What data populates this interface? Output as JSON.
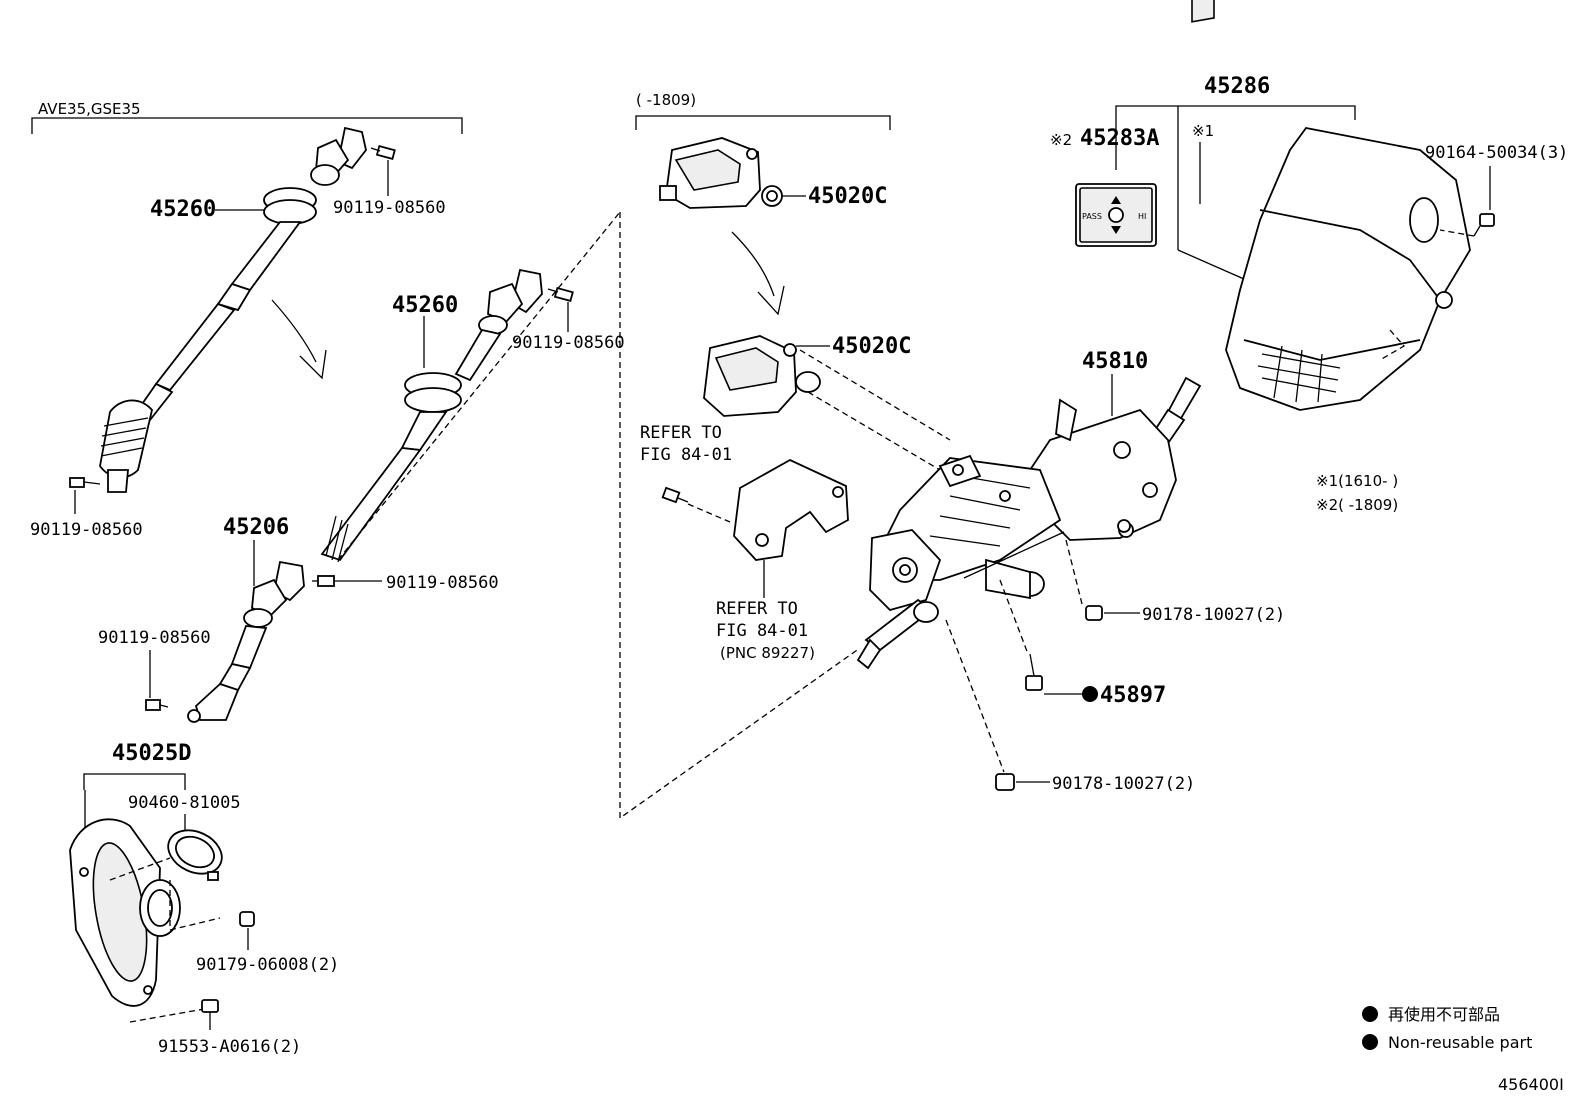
{
  "labels": {
    "ave_gse": "AVE35,GSE35",
    "p45260_a": "45260",
    "p90119_a": "90119-08560",
    "p45260_b": "45260",
    "p90119_b": "90119-08560",
    "p90119_c": "90119-08560",
    "p45206": "45206",
    "p90119_d": "90119-08560",
    "p90119_e": "90119-08560",
    "p45025d": "45025D",
    "p90460": "90460-81005",
    "p90179": "90179-06008(2)",
    "p91553": "91553-A0616(2)",
    "range_1809": "(     -1809)",
    "p45020c_a": "45020C",
    "p45020c_b": "45020C",
    "refer_to_1": "REFER TO",
    "fig_1": "FIG 84-01",
    "refer_to_2": "REFER TO",
    "fig_2": "FIG 84-01",
    "pnc": "(PNC 89227)",
    "p45286": "45286",
    "p45283a_mark": "※2",
    "p45283a": "45283A",
    "mark1": "※1",
    "p90164": "90164-50034(3)",
    "p45810": "45810",
    "note1": "※1(1610-     )",
    "note2": "※2(     -1809)",
    "p90178_a": "90178-10027(2)",
    "p45897": "45897",
    "p90178_b": "90178-10027(2)",
    "legend_jp": "再使用不可部品",
    "legend_en": "Non-reusable part",
    "fig_id": "456400I",
    "pass_label": "PASS",
    "hi_label": "HI"
  },
  "icons": [
    "non-reusable-dot-icon"
  ]
}
